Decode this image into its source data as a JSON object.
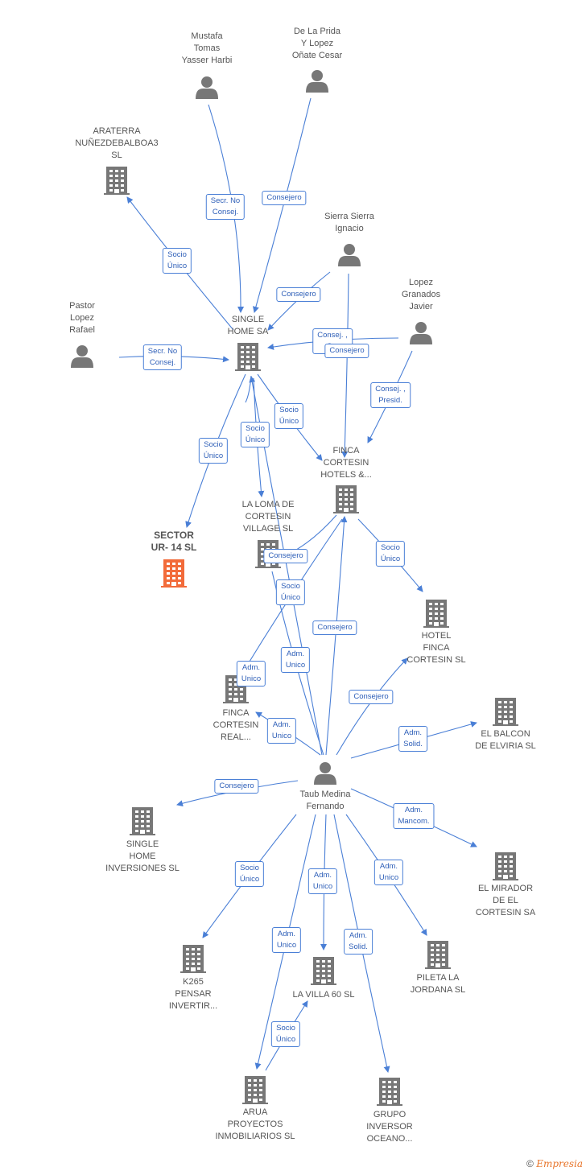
{
  "colors": {
    "edge": "#4a7fd6",
    "node": "#777777",
    "highlight": "#f26b3a",
    "label_border": "#4a7fd6"
  },
  "nodes": [
    {
      "id": "mustafa",
      "label": "Mustafa\nTomas\nYasser Harbi",
      "type": "person"
    },
    {
      "id": "delaprida",
      "label": "De La Prida\nY Lopez\nOñate Cesar",
      "type": "person"
    },
    {
      "id": "araterra",
      "label": "ARATERRA\nNUÑEZDEBALBOA3\nSL",
      "type": "company"
    },
    {
      "id": "sierra",
      "label": "Sierra Sierra\nIgnacio",
      "type": "person"
    },
    {
      "id": "lopezgranados",
      "label": "Lopez\nGranados\nJavier",
      "type": "person"
    },
    {
      "id": "pastor",
      "label": "Pastor\nLopez\nRafael",
      "type": "person"
    },
    {
      "id": "singlehome",
      "label": "SINGLE\nHOME SA",
      "type": "company"
    },
    {
      "id": "fincahotels",
      "label": "FINCA\nCORTESIN\nHOTELS &...",
      "type": "company"
    },
    {
      "id": "sector",
      "label": "SECTOR\nUR- 14  SL",
      "type": "company",
      "highlight": true
    },
    {
      "id": "laloma",
      "label": "LA LOMA DE\nCORTESIN\nVILLAGE  SL",
      "type": "company"
    },
    {
      "id": "hotelfinca",
      "label": "HOTEL\nFINCA\nCORTESIN  SL",
      "type": "company"
    },
    {
      "id": "fincareal",
      "label": "FINCA\nCORTESIN\nREAL...",
      "type": "company"
    },
    {
      "id": "elbalcon",
      "label": "EL BALCON\nDE ELVIRIA SL",
      "type": "company"
    },
    {
      "id": "taub",
      "label": "Taub Medina\nFernando",
      "type": "person"
    },
    {
      "id": "singlehomeinv",
      "label": "SINGLE\nHOME\nINVERSIONES SL",
      "type": "company"
    },
    {
      "id": "elmirador",
      "label": "EL MIRADOR\nDE EL\nCORTESIN SA",
      "type": "company"
    },
    {
      "id": "k265",
      "label": "K265\nPENSAR\nINVERTIR...",
      "type": "company"
    },
    {
      "id": "lavilla",
      "label": "LA VILLA 60  SL",
      "type": "company"
    },
    {
      "id": "pileta",
      "label": "PILETA LA\nJORDANA  SL",
      "type": "company"
    },
    {
      "id": "arua",
      "label": "ARUA\nPROYECTOS\nINMOBILIARIOS SL",
      "type": "company"
    },
    {
      "id": "grupo",
      "label": "GRUPO\nINVERSOR\nOCEANO...",
      "type": "company"
    }
  ],
  "edge_labels": [
    "Secr.  No\nConsej.",
    "Consejero",
    "Socio\nÚnico",
    "Consejero",
    "Secr.  No\nConsej.",
    "Consej. ,\nC...",
    "Consejero",
    "Consej. ,\nPresid.",
    "Socio\nÚnico",
    "Socio\nÚnico",
    "Socio\nÚnico",
    "Consejero",
    "Socio\nÚnico",
    "Socio\nÚnico",
    "Consejero",
    "Adm.\nUnico",
    "Adm.\nUnico",
    "Adm.\nUnico",
    "Consejero",
    "Adm.\nSolid.",
    "Consejero",
    "Adm.\nMancom.",
    "Socio\nÚnico",
    "Adm.\nUnico",
    "Adm.\nUnico",
    "Adm.\nUnico",
    "Adm.\nSolid.",
    "Socio\nÚnico"
  ],
  "footer": {
    "copyright": "©",
    "brand": "Empresia"
  }
}
